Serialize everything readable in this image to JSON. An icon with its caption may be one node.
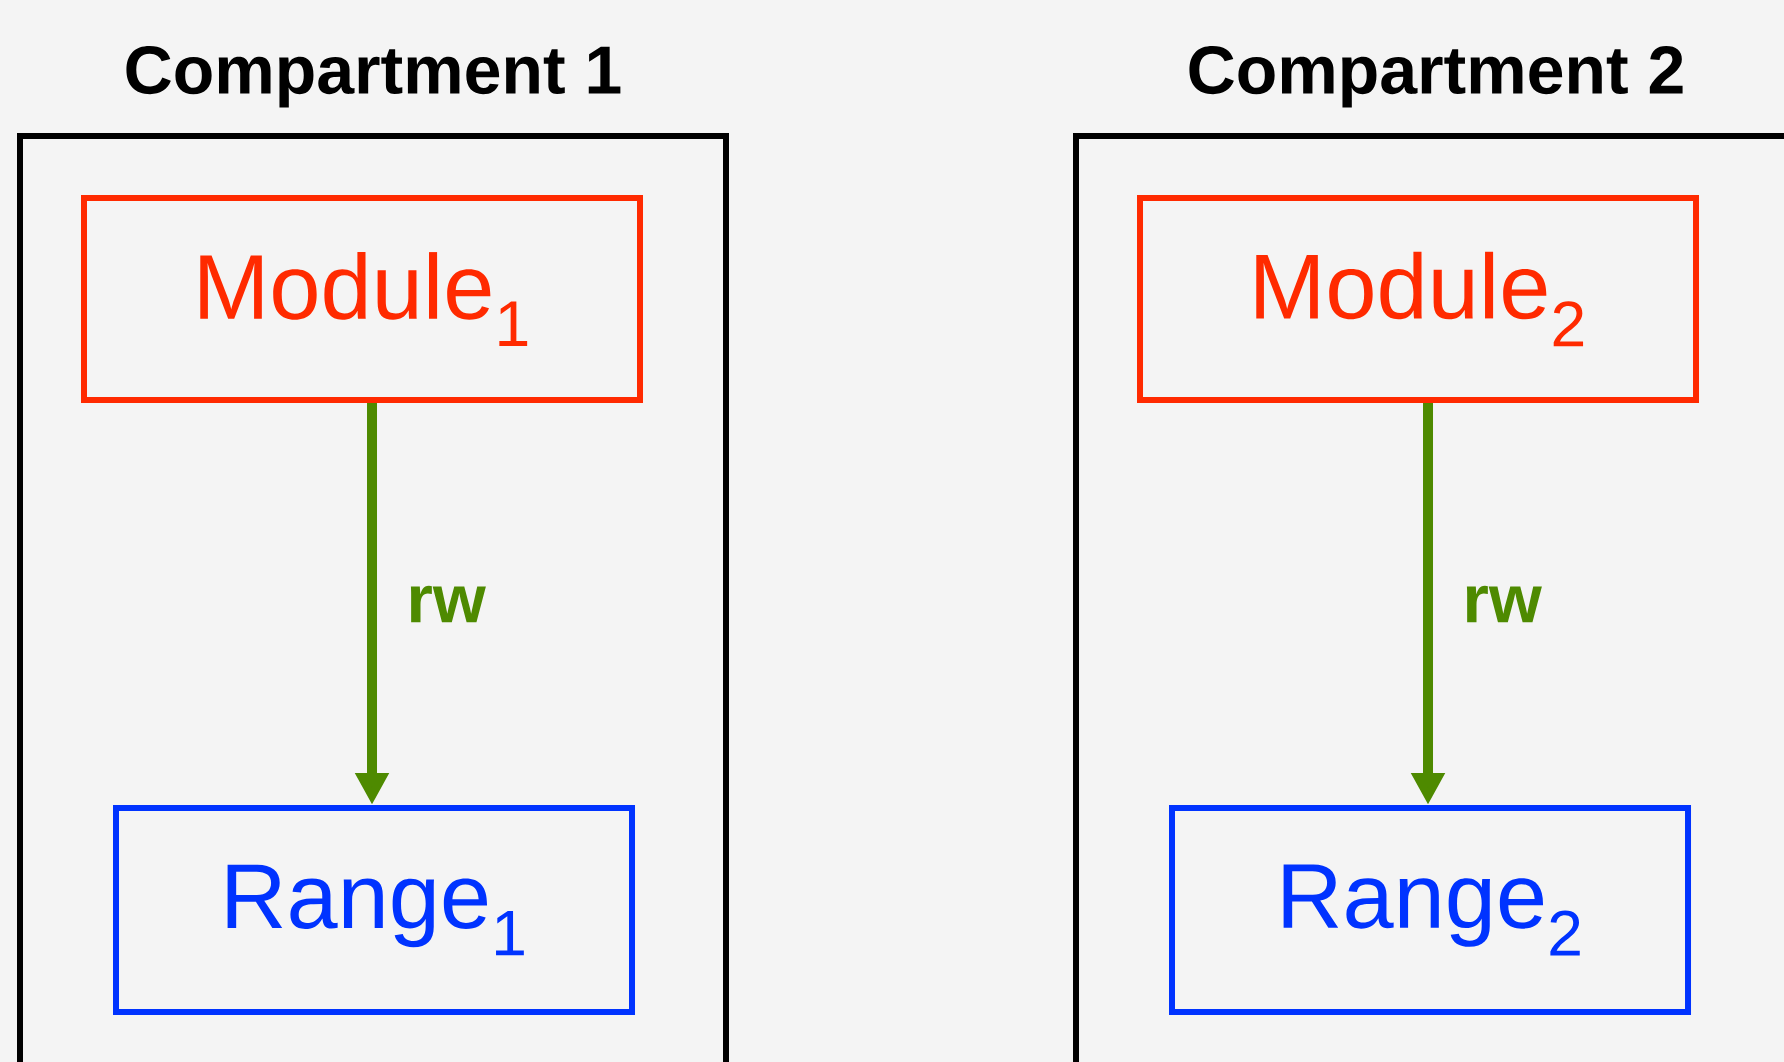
{
  "diagram": {
    "nodes": [
      {
        "text": [
          "Compartment 1"
        ]
      },
      {
        "text": [
          "Module$_{1}$"
        ],
        "in": 0
      },
      {
        "text": [
          "Range$_{1}$"
        ],
        "in": 0
      },
      {
        "text": [
          "Compartment 2"
        ]
      },
      {
        "text": [
          "Module$_{2}$"
        ],
        "in": 3
      },
      {
        "text": [
          "Range$_{2}$"
        ],
        "in": 3
      }
    ],
    "edges": [
      {
        "from": 1,
        "to": 2,
        "arrow": "to",
        "label": "rw"
      },
      {
        "from": 4,
        "to": 5,
        "arrow": "to",
        "label": "rw"
      }
    ]
  }
}
